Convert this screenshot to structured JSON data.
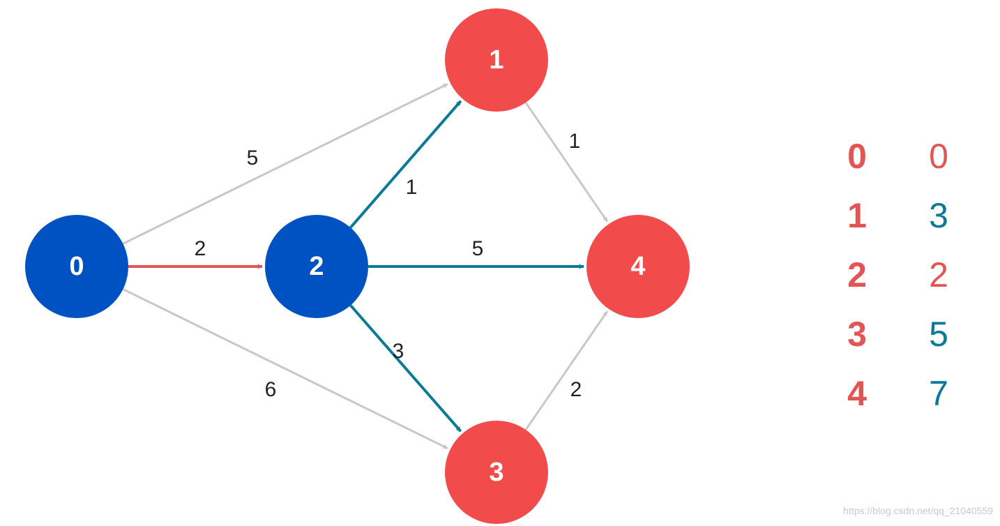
{
  "colors": {
    "visited_node": "#0052c2",
    "unvisited_node": "#f24b4b",
    "path_red": "#e35454",
    "path_teal": "#0a7a96",
    "unused_edge": "#c8c8c8",
    "node_text": "#ffffff",
    "weight_text": "#222222"
  },
  "graph": {
    "nodes": [
      {
        "id": "0",
        "label": "0",
        "state": "visited"
      },
      {
        "id": "1",
        "label": "1",
        "state": "unvisited"
      },
      {
        "id": "2",
        "label": "2",
        "state": "visited"
      },
      {
        "id": "3",
        "label": "3",
        "state": "unvisited"
      },
      {
        "id": "4",
        "label": "4",
        "state": "unvisited"
      }
    ],
    "edges": [
      {
        "from": "0",
        "to": "1",
        "weight": "5",
        "style": "unused"
      },
      {
        "from": "0",
        "to": "2",
        "weight": "2",
        "style": "red"
      },
      {
        "from": "0",
        "to": "3",
        "weight": "6",
        "style": "unused"
      },
      {
        "from": "2",
        "to": "1",
        "weight": "1",
        "style": "teal"
      },
      {
        "from": "2",
        "to": "4",
        "weight": "5",
        "style": "teal"
      },
      {
        "from": "2",
        "to": "3",
        "weight": "3",
        "style": "teal"
      },
      {
        "from": "1",
        "to": "4",
        "weight": "1",
        "style": "unused"
      },
      {
        "from": "3",
        "to": "4",
        "weight": "2",
        "style": "unused"
      }
    ]
  },
  "distance_table": {
    "rows": [
      {
        "node": "0",
        "dist": "0",
        "dist_color": "red"
      },
      {
        "node": "1",
        "dist": "3",
        "dist_color": "teal"
      },
      {
        "node": "2",
        "dist": "2",
        "dist_color": "red"
      },
      {
        "node": "3",
        "dist": "5",
        "dist_color": "teal"
      },
      {
        "node": "4",
        "dist": "7",
        "dist_color": "teal"
      }
    ]
  },
  "watermark": "https://blog.csdn.net/qq_21040559"
}
